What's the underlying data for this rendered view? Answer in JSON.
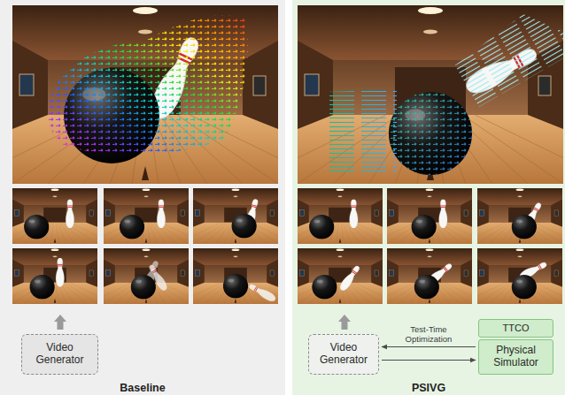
{
  "diagram": {
    "nodes": [
      {
        "text": [
          "Baseline"
        ]
      },
      {
        "text": [
          "Video Generator"
        ],
        "in": 0
      },
      {
        "text": [
          "PSIVG"
        ]
      },
      {
        "text": [
          "Video Generator"
        ],
        "in": 2
      },
      {
        "text": [
          "TTCO"
        ],
        "in": 2
      },
      {
        "text": [
          "Physical Simulator"
        ],
        "in": 2
      }
    ],
    "edges": [
      {
        "from": 5,
        "to": 3,
        "arrow": "to",
        "label": "Test-Time Optimization"
      },
      {
        "from": 3,
        "to": 5,
        "arrow": "to"
      }
    ]
  }
}
